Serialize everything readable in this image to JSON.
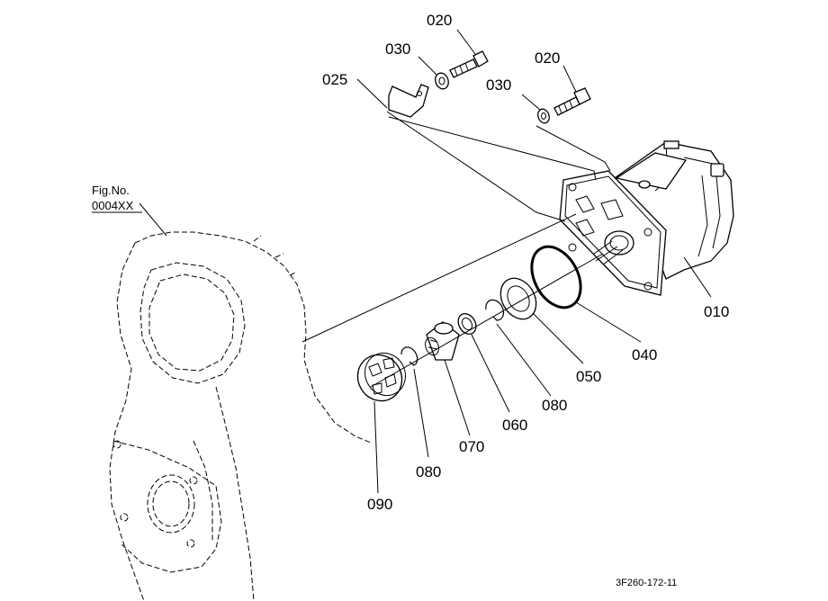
{
  "figure": {
    "fig_no_title": "Fig.No.",
    "fig_no_value": "0004XX",
    "drawing_code": "3F260-172-11"
  },
  "parts": {
    "p010": "010",
    "p020_a": "020",
    "p020_b": "020",
    "p025": "025",
    "p030_a": "030",
    "p030_b": "030",
    "p040": "040",
    "p050": "050",
    "p060": "060",
    "p070": "070",
    "p080_a": "080",
    "p080_b": "080",
    "p090": "090"
  }
}
